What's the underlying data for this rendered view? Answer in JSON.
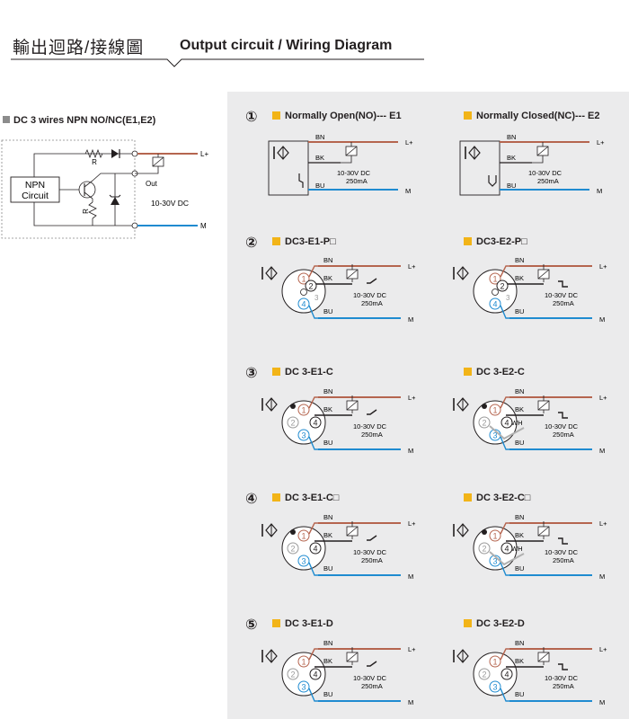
{
  "header": {
    "title_cn": "輸出迴路/接線圖",
    "title_en": "Output circuit / Wiring Diagram"
  },
  "npn_block": {
    "title": "DC 3 wires NPN NO/NC(E1,E2)",
    "circuit_label_1": "NPN",
    "circuit_label_2": "Circuit",
    "resistor_label": "R",
    "out_label": "Out",
    "voltage_label": "10-30V DC",
    "l_plus": "L+",
    "m": "M"
  },
  "labels": {
    "bn": "BN",
    "bk": "BK",
    "bu": "BU",
    "wh": "WH",
    "l_plus": "L+",
    "m": "M",
    "voltage": "10-30V DC",
    "current": "250mA",
    "pin1": "1",
    "pin2": "2",
    "pin3": "3",
    "pin4": "4"
  },
  "rows": [
    {
      "number": "①",
      "left_title": "Normally Open(NO)--- E1",
      "right_title": "Normally Closed(NC)--- E2"
    },
    {
      "number": "②",
      "left_title": "DC3-E1-P□",
      "right_title": "DC3-E2-P□"
    },
    {
      "number": "③",
      "left_title": "DC 3-E1-C",
      "right_title": "DC 3-E2-C"
    },
    {
      "number": "④",
      "left_title": "DC 3-E1-C□",
      "right_title": "DC 3-E2-C□"
    },
    {
      "number": "⑤",
      "left_title": "DC 3-E1-D",
      "right_title": "DC 3-E2-D"
    }
  ],
  "colors": {
    "brown": "#b5654f",
    "blue": "#1f8bd0",
    "black": "#231f20",
    "gray_panel": "#ebebec",
    "accent_square": "#f2b418"
  }
}
